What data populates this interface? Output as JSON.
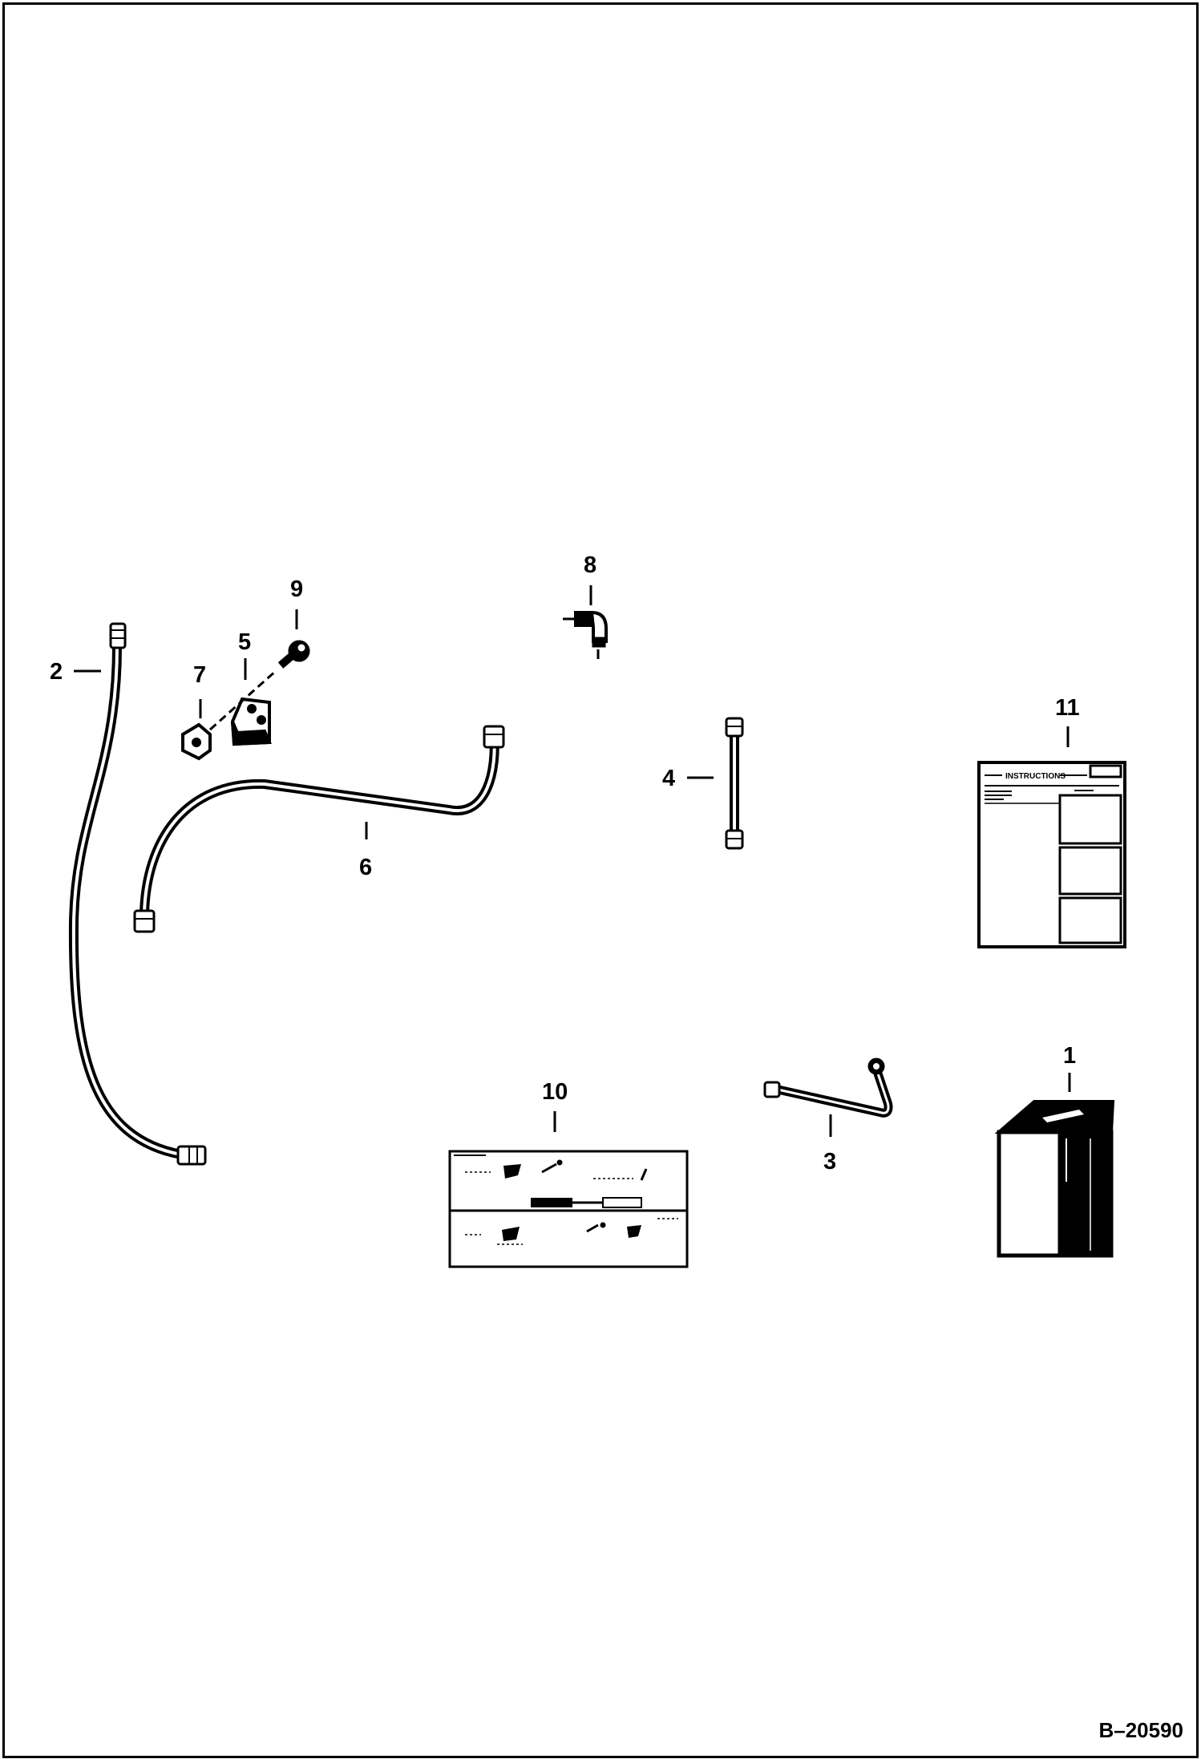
{
  "diagram": {
    "drawing_number": "B–20590",
    "callouts": [
      {
        "id": "callout-1",
        "label": "1"
      },
      {
        "id": "callout-2",
        "label": "2"
      },
      {
        "id": "callout-3",
        "label": "3"
      },
      {
        "id": "callout-4",
        "label": "4"
      },
      {
        "id": "callout-5",
        "label": "5"
      },
      {
        "id": "callout-6",
        "label": "6"
      },
      {
        "id": "callout-7",
        "label": "7"
      },
      {
        "id": "callout-8",
        "label": "8"
      },
      {
        "id": "callout-9",
        "label": "9"
      },
      {
        "id": "callout-10",
        "label": "10"
      },
      {
        "id": "callout-11",
        "label": "11"
      }
    ],
    "instruction_sheet": {
      "heading": "INSTRUCTIONS"
    }
  }
}
